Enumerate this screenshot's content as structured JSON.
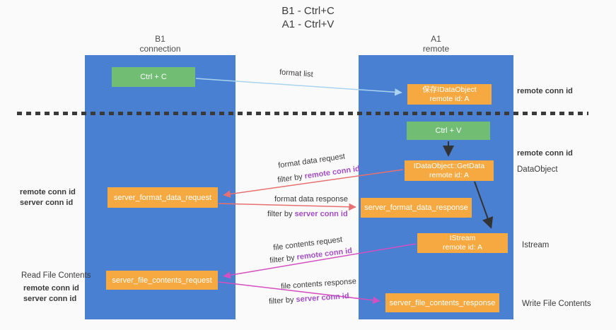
{
  "title": {
    "line1": "B1 - Ctrl+C",
    "line2": "A1 - Ctrl+V"
  },
  "lanes": {
    "left": {
      "name": "B1",
      "role": "connection"
    },
    "right": {
      "name": "A1",
      "role": "remote"
    }
  },
  "nodes": {
    "ctrl_c": {
      "label": "Ctrl + C"
    },
    "ctrl_v": {
      "label": "Ctrl + V"
    },
    "save_idataobject": {
      "line1": "保存IDataObject",
      "line2": "remote id: A"
    },
    "idataobject_getdata": {
      "line1": "IDataObject::GetData",
      "line2": "remote id: A"
    },
    "istream": {
      "line1": "IStream",
      "line2": "remote id: A"
    },
    "server_format_data_request": {
      "label": "server_format_data_request"
    },
    "server_format_data_response": {
      "label": "server_format_data_response"
    },
    "server_file_contents_request": {
      "label": "server_file_contents_request"
    },
    "server_file_contents_response": {
      "label": "server_file_contents_response"
    }
  },
  "arrows": {
    "format_list": {
      "label": "format list"
    },
    "format_data_request": {
      "label": "format data request",
      "filter_prefix": "filter by ",
      "filter_key": "remote conn id"
    },
    "format_data_response": {
      "label": "format data response",
      "filter_prefix": "filter by ",
      "filter_key": "server conn id"
    },
    "file_contents_request": {
      "label": "file contents request",
      "filter_prefix": "filter by ",
      "filter_key": "remote conn id"
    },
    "file_contents_response": {
      "label": "file contents response",
      "filter_prefix": "filter by ",
      "filter_key": "server conn id"
    }
  },
  "annotations": {
    "right_remote_conn_id_top": "remote conn id",
    "right_remote_conn_id_mid": "remote conn id",
    "dataobject": "DataObject",
    "istream": "Istream",
    "write_file_contents": "Write File Contents",
    "left_remote_conn_id_1": "remote conn id",
    "left_server_conn_id_1": "server conn id",
    "read_file_contents": "Read File Contents",
    "left_remote_conn_id_2": "remote conn id",
    "left_server_conn_id_2": "server conn id"
  },
  "colors": {
    "lane_blue": "#4a80d2",
    "node_green": "#72bd74",
    "node_orange": "#f7a941",
    "remote_conn_id_purple": "#a44ec8",
    "server_conn_id_green": "#56b45c",
    "arrow_light_blue": "#a9d3ef",
    "arrow_red": "#e87070",
    "arrow_magenta": "#d44fc0",
    "arrow_black": "#333333",
    "divider_dash": "#3a3a3a"
  }
}
